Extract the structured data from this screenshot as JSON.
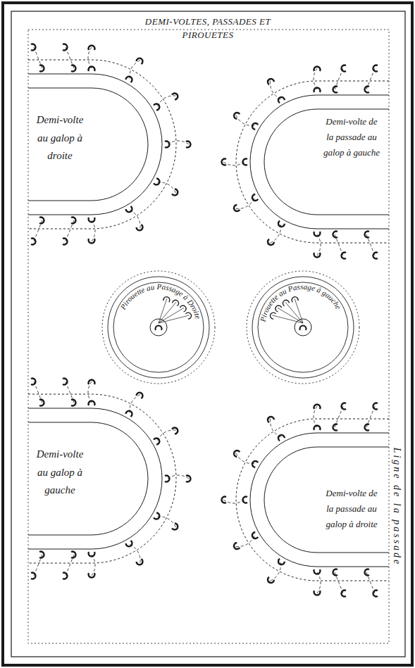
{
  "diagram": {
    "title": "DEMI-VOLTES, PASSADES ET PIROUETES",
    "nodes": [
      {
        "text": [
          "Pirouette au Passage à Droite"
        ]
      },
      {
        "text": [
          "Pirouette au Passage à gauche"
        ]
      }
    ],
    "labels": [
      "Demi-volte au galop à droite",
      "Demi-volte de la passade au galop à gauche",
      "Demi-volte au galop à gauche",
      "Demi-volte de la passade au galop à droite",
      "Ligne de la passade"
    ]
  }
}
